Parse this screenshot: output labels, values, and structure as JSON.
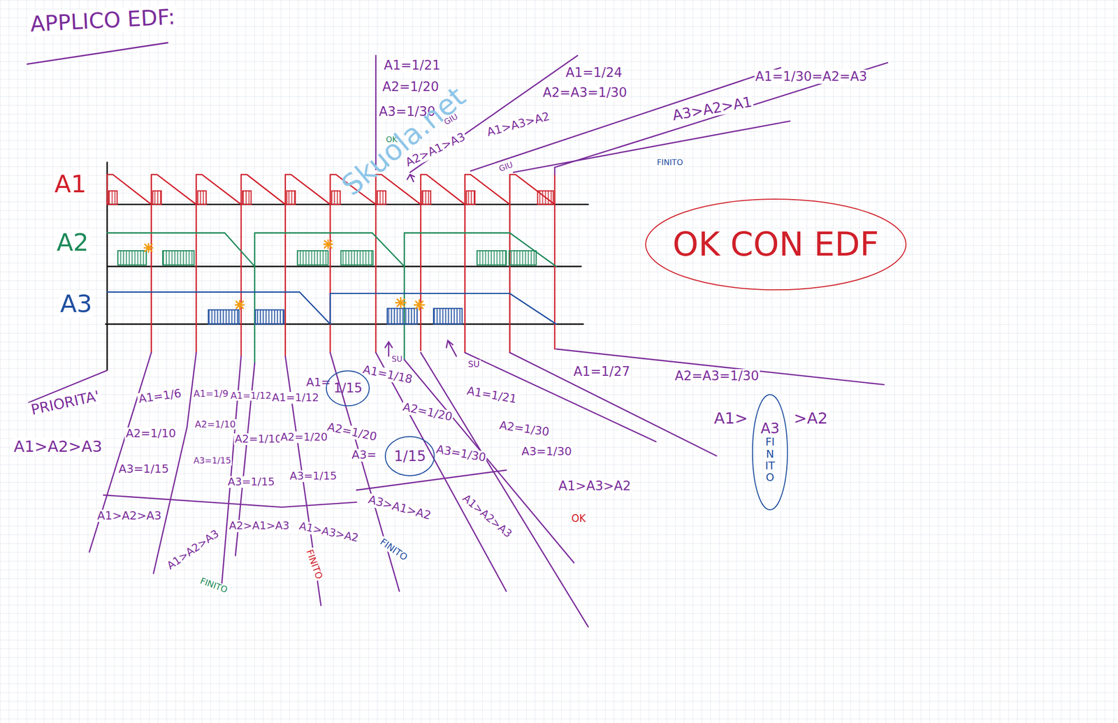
{
  "diagram": {
    "title": "APPLICO EDF:",
    "nodes": [
      {
        "text": [
          "OK CON EDF"
        ]
      },
      {
        "text": [
          "1/15"
        ]
      },
      {
        "text": [
          "1/15"
        ]
      },
      {
        "text": [
          "A3",
          "FINITO"
        ]
      }
    ],
    "labels": [
      "A1",
      "A2",
      "A3",
      "PRIORITA'",
      "A1>A2>A3",
      "A1=1/6",
      "A2=1/10",
      "A3=1/15",
      "A1>A2>A3",
      "A1=1/9",
      "A2=1/10",
      "A3=1/15",
      "A1>A2>A3",
      "FINITO",
      "A1=1/12",
      "A2=1/10",
      "A3=1/15",
      "A2>A1>A3",
      "A1=1/12",
      "A2=1/20",
      "A3=1/15",
      "A1>A3>A2",
      "FINITO",
      "A1=",
      "A2=1/20",
      "A3=",
      "A3>A1>A2",
      "FINITO",
      "A1=1/18",
      "A2=1/20",
      "A3=1/30",
      "A1>A2>A3",
      "A1=1/21",
      "A2=1/30",
      "A3=1/30",
      "A1>A3>A2",
      "OK",
      "A1=1/27",
      "A2=A3=1/30",
      "A1>",
      ">A2",
      "A1=1/21",
      "A2=1/20",
      "A3=1/30",
      "A2>A1>A3",
      "OK",
      "GIU",
      "SU",
      "SU",
      "A1=1/24",
      "A2=A3=1/30",
      "A1>A3>A2",
      "GIU",
      "A1=1/30=A2=A3",
      "A3>A2>A1",
      "FINITO",
      "Skuola.net"
    ]
  }
}
